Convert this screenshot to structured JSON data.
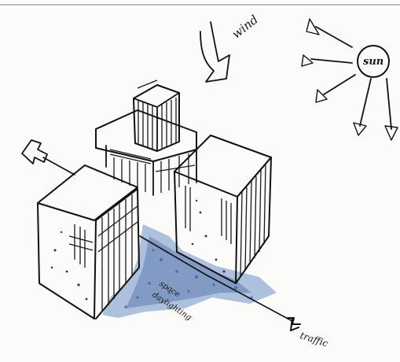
{
  "labels": {
    "wind": "wind",
    "sun": "sun",
    "space_line1": "space",
    "space_line2": "daylighting",
    "traffic": "traffic"
  },
  "colors": {
    "ink": "#111111",
    "water_blue": "#6e8fc2",
    "paper": "#fbfbfa"
  }
}
